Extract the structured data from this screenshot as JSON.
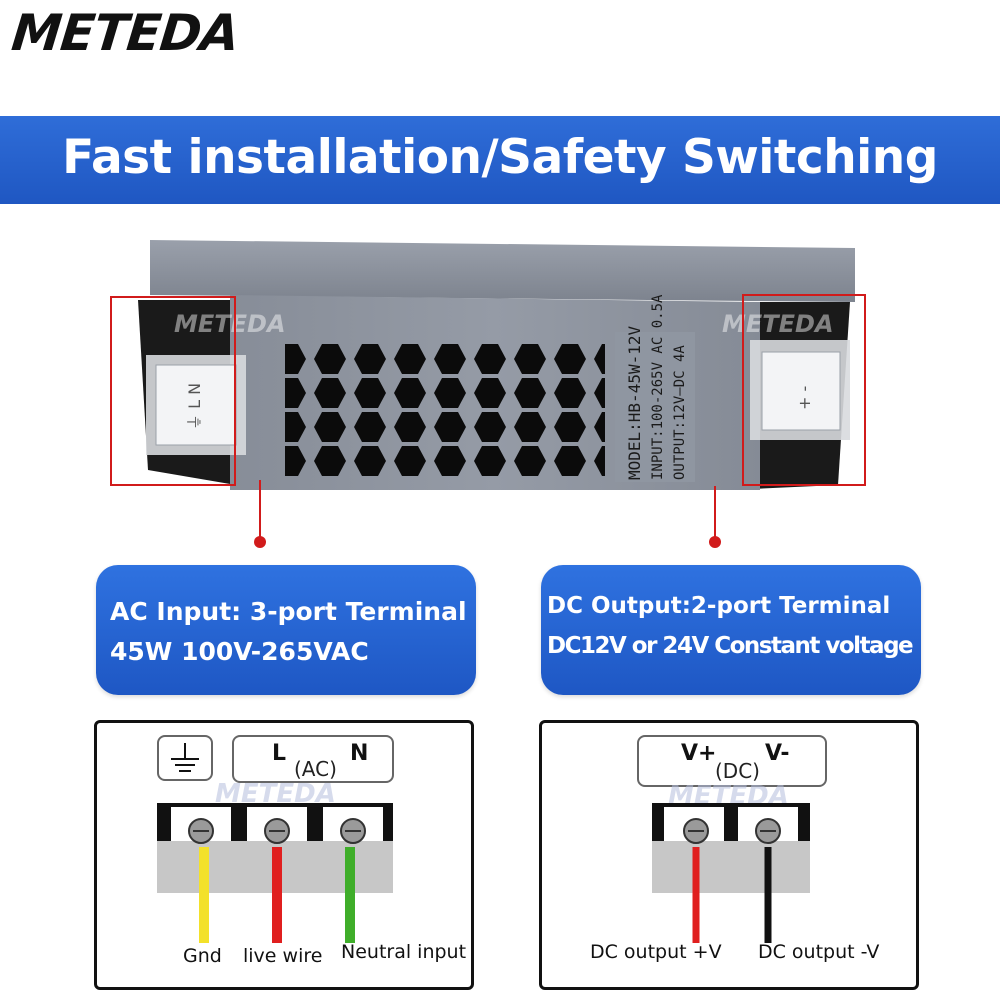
{
  "brand": {
    "name": "METEDA"
  },
  "banner": {
    "title": "Fast installation/Safety Switching",
    "color": "#2563d4"
  },
  "product": {
    "watermark": "METEDA",
    "label_lines": [
      "MODEL:HB-45W-12V",
      "INPUT:100-265V AC 0.5A",
      "OUTPUT:12V—DC 4A"
    ],
    "input_terminal_marks": "⏚ L N",
    "output_terminal_marks": "+ -"
  },
  "callouts": {
    "ac": {
      "line1": "AC Input: 3-port Terminal",
      "line2": "45W 100V-265VAC"
    },
    "dc": {
      "line1": "DC Output:2-port Terminal",
      "line2": "DC12V or 24V Constant voltage"
    }
  },
  "ac_panel": {
    "ground_icon": "ground-icon",
    "l_label": "L",
    "n_label": "N",
    "ac_label": "(AC)",
    "watermark": "METEDA",
    "wires": [
      {
        "label": "Gnd",
        "color": "#f3e12a"
      },
      {
        "label": "live wire",
        "color": "#e01f1f"
      },
      {
        "label": "Neutral input",
        "color": "#3fae2a"
      }
    ]
  },
  "dc_panel": {
    "vplus_label": "V+",
    "vminus_label": "V-",
    "dc_label": "(DC)",
    "watermark": "METEDA",
    "wires": [
      {
        "label": "DC output  +V",
        "color": "#e01f1f"
      },
      {
        "label": "DC output  -V",
        "color": "#111111"
      }
    ]
  },
  "colors": {
    "highlight": "#d11b1b",
    "callout": "#2563d4"
  }
}
